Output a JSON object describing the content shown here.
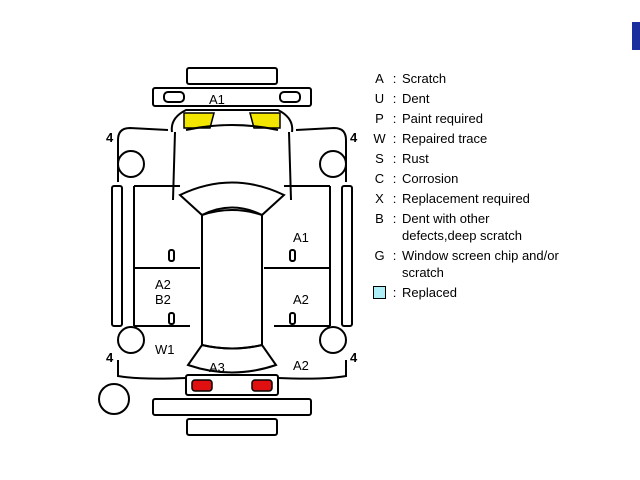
{
  "colors": {
    "paint_required": "#f2e600",
    "replacement_required": "#e01010",
    "replaced": "#aeeef6",
    "accent_mark": "#1a2e9e"
  },
  "damage_labels": {
    "front_bumper": "A1",
    "right_front_door": "A1",
    "left_rear_door_line1": "A2",
    "left_rear_door_line2": "B2",
    "right_rear_door": "A2",
    "left_rear_fender": "W1",
    "rear_bumper": "A3",
    "right_rear_fender": "A2"
  },
  "tire_labels": {
    "front_left": "4",
    "front_right": "4",
    "rear_left": "4",
    "rear_right": "4"
  },
  "legend": [
    {
      "code": "A",
      "sep": ":",
      "desc": "Scratch"
    },
    {
      "code": "U",
      "sep": ":",
      "desc": "Dent"
    },
    {
      "code": "P",
      "sep": ":",
      "desc": "Paint required"
    },
    {
      "code": "W",
      "sep": ":",
      "desc": "Repaired trace"
    },
    {
      "code": "S",
      "sep": ":",
      "desc": "Rust"
    },
    {
      "code": "C",
      "sep": ":",
      "desc": "Corrosion"
    },
    {
      "code": "X",
      "sep": ":",
      "desc": "Replacement required"
    },
    {
      "code": "B",
      "sep": ":",
      "desc": "Dent with other defects,deep scratch"
    },
    {
      "code": "G",
      "sep": ":",
      "desc": "Window screen chip and/or scratch"
    }
  ],
  "legend_replaced": {
    "sep": ":",
    "desc": "Replaced"
  }
}
